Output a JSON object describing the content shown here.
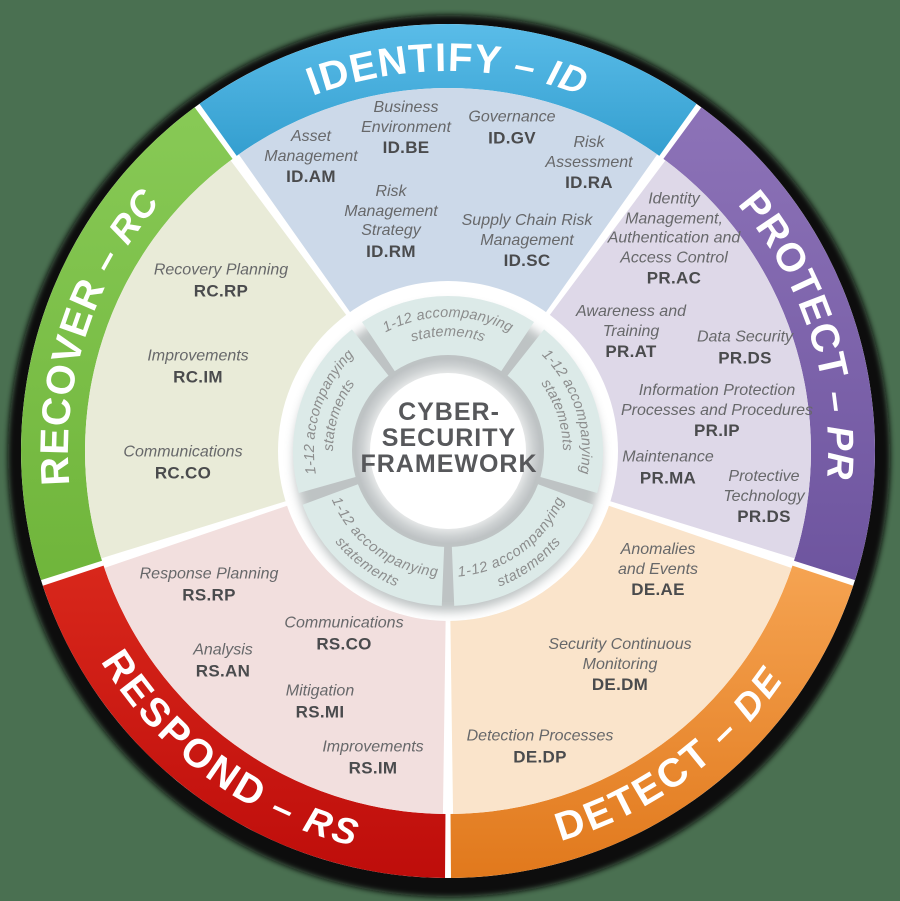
{
  "background_color": "#4a7051",
  "center": {
    "line1": "CYBER-",
    "line2": "SECURITY",
    "line3": "FRAMEWORK",
    "ring_color": "#dceae8",
    "text_color": "#57585b"
  },
  "statements": {
    "line1": "1-12 accompanying",
    "line2": "statements"
  },
  "functions": [
    {
      "id": "identify",
      "label": "IDENTIFY",
      "suffix": "– ID",
      "ring_light": "#5bbde9",
      "ring_dark": "#2a97c9",
      "sector_color": "#ccd9e9",
      "categories": [
        {
          "name": "Asset Management",
          "code": "ID.AM"
        },
        {
          "name": "Business Environment",
          "code": "ID.BE"
        },
        {
          "name": "Governance",
          "code": "ID.GV"
        },
        {
          "name": "Risk Assessment",
          "code": "ID.RA"
        },
        {
          "name": "Risk Management Strategy",
          "code": "ID.RM"
        },
        {
          "name": "Supply Chain Risk Management",
          "code": "ID.SC"
        }
      ]
    },
    {
      "id": "protect",
      "label": "PROTECT",
      "suffix": "– PR",
      "ring_light": "#8c72b7",
      "ring_dark": "#69509b",
      "sector_color": "#ded8e8",
      "categories": [
        {
          "name": "Identity Management, Authentication and Access Control",
          "code": "PR.AC"
        },
        {
          "name": "Awareness and Training",
          "code": "PR.AT"
        },
        {
          "name": "Data Security",
          "code": "PR.DS"
        },
        {
          "name": "Information Protection Processes and Procedures",
          "code": "PR.IP"
        },
        {
          "name": "Maintenance",
          "code": "PR.MA"
        },
        {
          "name": "Protective Technology",
          "code": "PR.DS"
        }
      ]
    },
    {
      "id": "detect",
      "label": "DETECT",
      "suffix": "– DE",
      "ring_light": "#f5a351",
      "ring_dark": "#e0771a",
      "sector_color": "#fae4cb",
      "categories": [
        {
          "name": "Anomalies and Events",
          "code": "DE.AE"
        },
        {
          "name": "Security Continuous Monitoring",
          "code": "DE.DM"
        },
        {
          "name": "Detection Processes",
          "code": "DE.DP"
        }
      ]
    },
    {
      "id": "respond",
      "label": "RESPOND",
      "suffix": "– RS",
      "ring_light": "#d8271b",
      "ring_dark": "#bd0c0a",
      "sector_color": "#f2dfde",
      "categories": [
        {
          "name": "Response Planning",
          "code": "RS.RP"
        },
        {
          "name": "Communications",
          "code": "RS.CO"
        },
        {
          "name": "Analysis",
          "code": "RS.AN"
        },
        {
          "name": "Mitigation",
          "code": "RS.MI"
        },
        {
          "name": "Improvements",
          "code": "RS.IM"
        }
      ]
    },
    {
      "id": "recover",
      "label": "RECOVER",
      "suffix": "– RC",
      "ring_light": "#87c955",
      "ring_dark": "#6cb237",
      "sector_color": "#e9ebd8",
      "categories": [
        {
          "name": "Recovery Planning",
          "code": "RC.RP"
        },
        {
          "name": "Improvements",
          "code": "RC.IM"
        },
        {
          "name": "Communications",
          "code": "RC.CO"
        }
      ]
    }
  ]
}
